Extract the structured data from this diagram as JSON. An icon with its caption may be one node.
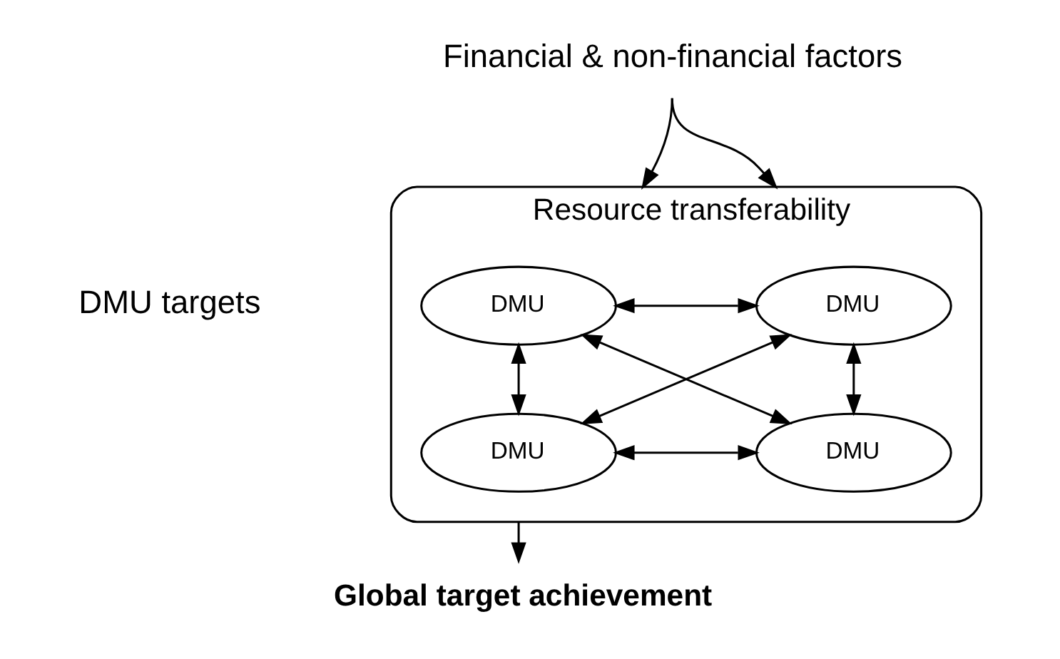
{
  "diagram": {
    "nodes": [
      {
        "text": [
          "Financial & non-financial factors"
        ]
      },
      {
        "text": [
          "Resource transferability"
        ]
      },
      {
        "text": [
          "DMU"
        ],
        "in": 1
      },
      {
        "text": [
          "DMU"
        ],
        "in": 1
      },
      {
        "text": [
          "DMU"
        ],
        "in": 1
      },
      {
        "text": [
          "DMU"
        ],
        "in": 1
      },
      {
        "text": [
          "Global target achievement"
        ]
      }
    ],
    "edges": [
      {
        "from": 0,
        "to": 1,
        "arrow": "to"
      },
      {
        "from": 0,
        "to": 1,
        "arrow": "to"
      },
      {
        "from": 2,
        "to": 3,
        "arrow": "both"
      },
      {
        "from": 2,
        "to": 4,
        "arrow": "both"
      },
      {
        "from": 3,
        "to": 5,
        "arrow": "both"
      },
      {
        "from": 4,
        "to": 5,
        "arrow": "both"
      },
      {
        "from": 2,
        "to": 5,
        "arrow": "both"
      },
      {
        "from": 3,
        "to": 4,
        "arrow": "both"
      },
      {
        "from": 1,
        "to": 6,
        "arrow": "to"
      }
    ],
    "labels": [
      "DMU targets"
    ]
  }
}
